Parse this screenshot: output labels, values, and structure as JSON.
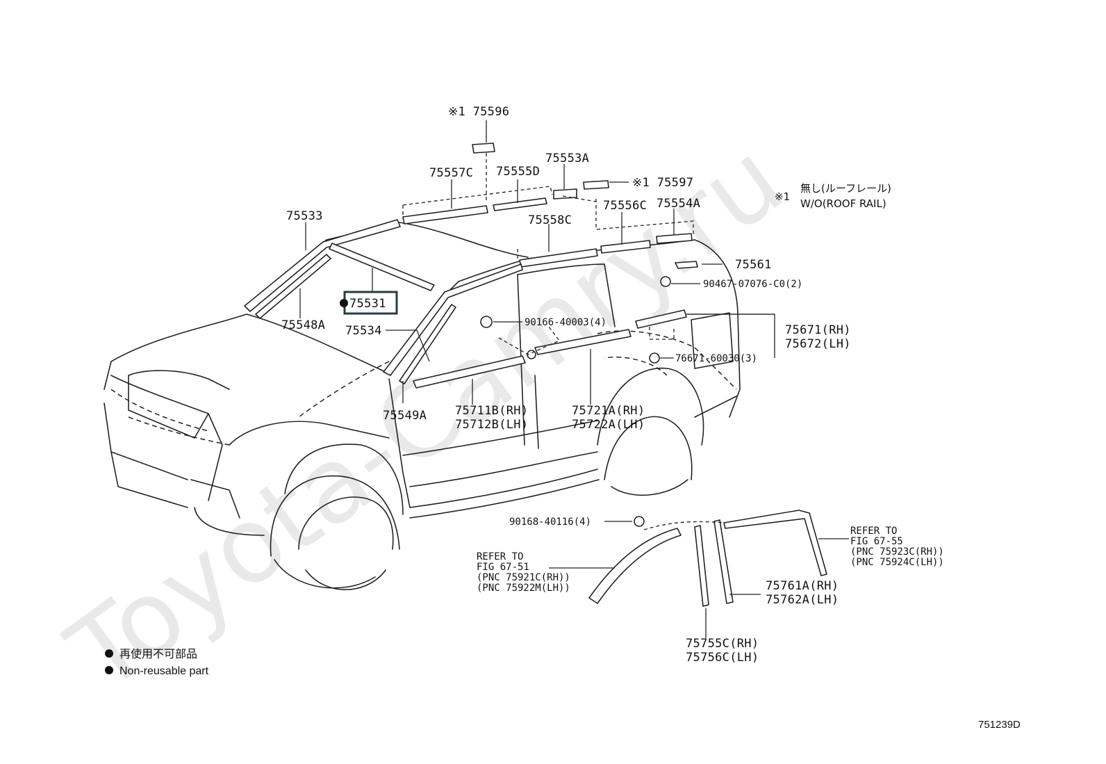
{
  "watermark": "Toyota-Camry.ru",
  "diagram_code": "751239D",
  "note": {
    "mark": "※1",
    "jp": "無し(ルーフレール)",
    "en": "W/O(ROOF RAIL)"
  },
  "legend": {
    "jp": "再使用不可部品",
    "en": "Non-reusable part"
  },
  "highlighted_part": "75531",
  "parts": {
    "p75596": "※1 75596",
    "p75597": "※1 75597",
    "p75557C": "75557C",
    "p75555D": "75555D",
    "p75553A": "75553A",
    "p75533": "75533",
    "p75556C": "75556C",
    "p75554A": "75554A",
    "p75558C": "75558C",
    "p75561": "75561",
    "p90467": "90467-07076-C0(2)",
    "p75531": "75531",
    "p75548A": "75548A",
    "p75534": "75534",
    "p90166": "90166-40003(4)",
    "p75671": "75671(RH)",
    "p75672": "75672(LH)",
    "p76671": "76671-60030(3)",
    "p75549A": "75549A",
    "p75711B": "75711B(RH)",
    "p75712B": "75712B(LH)",
    "p75721A": "75721A(RH)",
    "p75722A": "75722A(LH)",
    "p90168": "90168-40116(4)",
    "p75761A": "75761A(RH)",
    "p75762A": "75762A(LH)",
    "p75755C": "75755C(RH)",
    "p75756C": "75756C(LH)"
  },
  "refs": {
    "ref1": {
      "l1": "REFER TO",
      "l2": "FIG  67-51",
      "l3": "(PNC 75921C(RH))",
      "l4": "(PNC 75922M(LH))"
    },
    "ref2": {
      "l1": "REFER TO",
      "l2": "FIG  67-55",
      "l3": "(PNC 75923C(RH))",
      "l4": "(PNC 75924C(LH))"
    }
  }
}
